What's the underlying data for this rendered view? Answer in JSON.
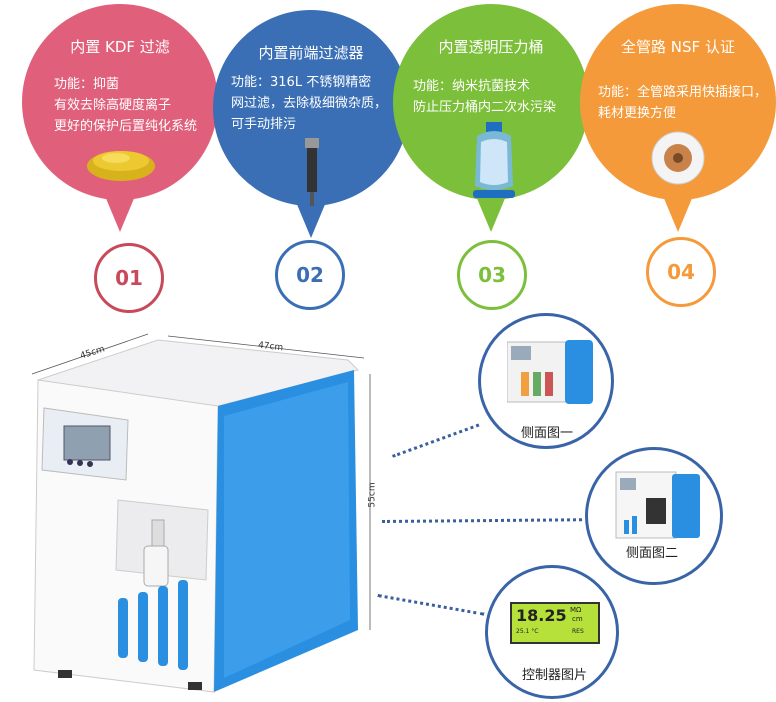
{
  "features": [
    {
      "title": "内置 KDF 过滤",
      "lines": [
        "功能：抑菌",
        "有效去除高硬度离子",
        "更好的保护后置纯化系统"
      ],
      "number": "01",
      "color": "#e0607c",
      "num_color": "#c84a5a"
    },
    {
      "title": "内置前端过滤器",
      "lines": [
        "功能：316L 不锈钢精密",
        "网过滤，去除极细微杂质，",
        "可手动排污"
      ],
      "number": "02",
      "color": "#3a6fb5",
      "num_color": "#3a6fb5"
    },
    {
      "title": "内置透明压力桶",
      "lines": [
        "功能：纳米抗菌技术",
        "防止压力桶内二次水污染"
      ],
      "number": "03",
      "color": "#7cbf3a",
      "num_color": "#7cbf3a"
    },
    {
      "title": "全管路 NSF 认证",
      "lines": [
        "功能：全管路采用快插接口，",
        "耗材更换方便"
      ],
      "number": "04",
      "color": "#f49a3a",
      "num_color": "#f49a3a"
    }
  ],
  "dimensions": {
    "depth": "45cm",
    "width": "47cm",
    "height": "55cm"
  },
  "views": [
    {
      "caption": "侧面图一"
    },
    {
      "caption": "侧面图二"
    },
    {
      "caption": "控制器图片"
    }
  ],
  "lcd": {
    "value": "18.25",
    "unit_top": "MΩ",
    "unit_bottom": "cm",
    "temp": "25.1 °C",
    "mode": "RES"
  }
}
